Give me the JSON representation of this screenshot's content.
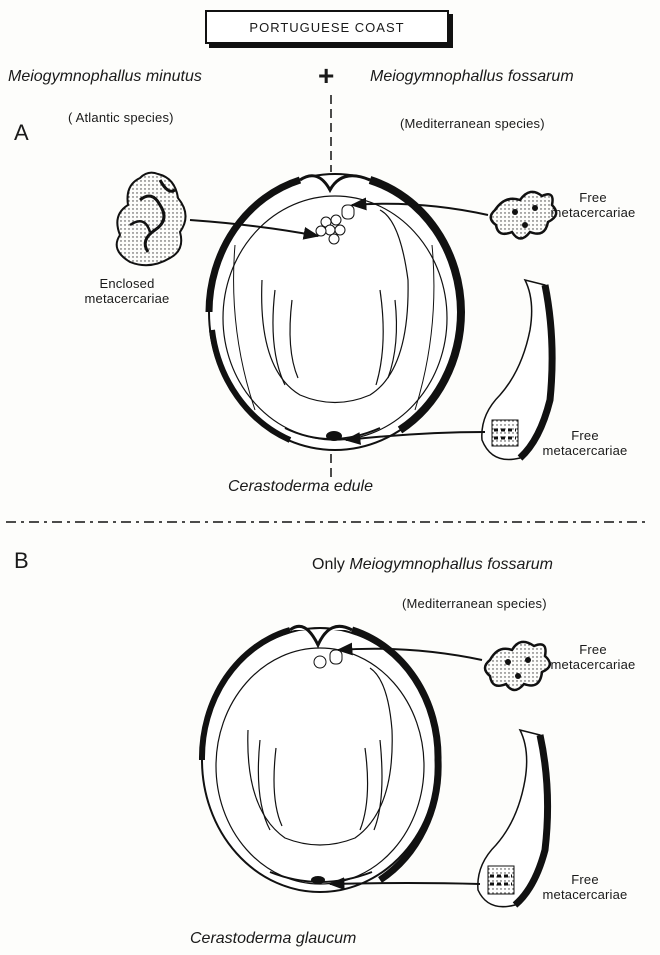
{
  "header": {
    "region_label": "PORTUGUESE COAST",
    "cross_symbol": "+"
  },
  "panel_a": {
    "letter": "A",
    "left_species": "Meiogymnophallus minutus",
    "left_species_note": "( Atlantic species)",
    "right_species": "Meiogymnophallus fossarum",
    "right_species_note": "(Mediterranean species)",
    "enclosed_label": [
      "Enclosed",
      "metacercariae"
    ],
    "free_label_top": [
      "Free",
      "metacercariae"
    ],
    "free_label_bottom": [
      "Free",
      "metacercariae"
    ],
    "host": "Cerastoderma edule"
  },
  "panel_b": {
    "letter": "B",
    "heading_prefix": "Only",
    "heading_species": "Meiogymnophallus fossarum",
    "species_note": "(Mediterranean species)",
    "free_label_top": [
      "Free",
      "metacercariae"
    ],
    "free_label_bottom": [
      "Free",
      "metacercariae"
    ],
    "host": "Cerastoderma glaucum"
  }
}
